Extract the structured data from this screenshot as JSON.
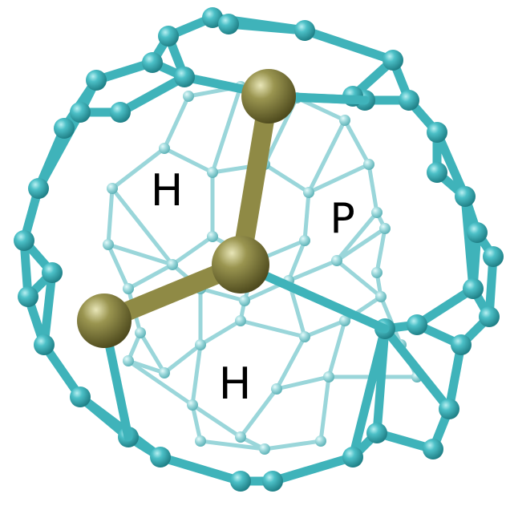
{
  "labels": {
    "face_hex_left": "H",
    "face_pent_right": "P",
    "face_hex_bottom": "H"
  },
  "colors": {
    "cage": "#3fb3ba",
    "cage_back": "#9ad6da",
    "dopant": "#8f8a45",
    "background": "#ffffff"
  }
}
